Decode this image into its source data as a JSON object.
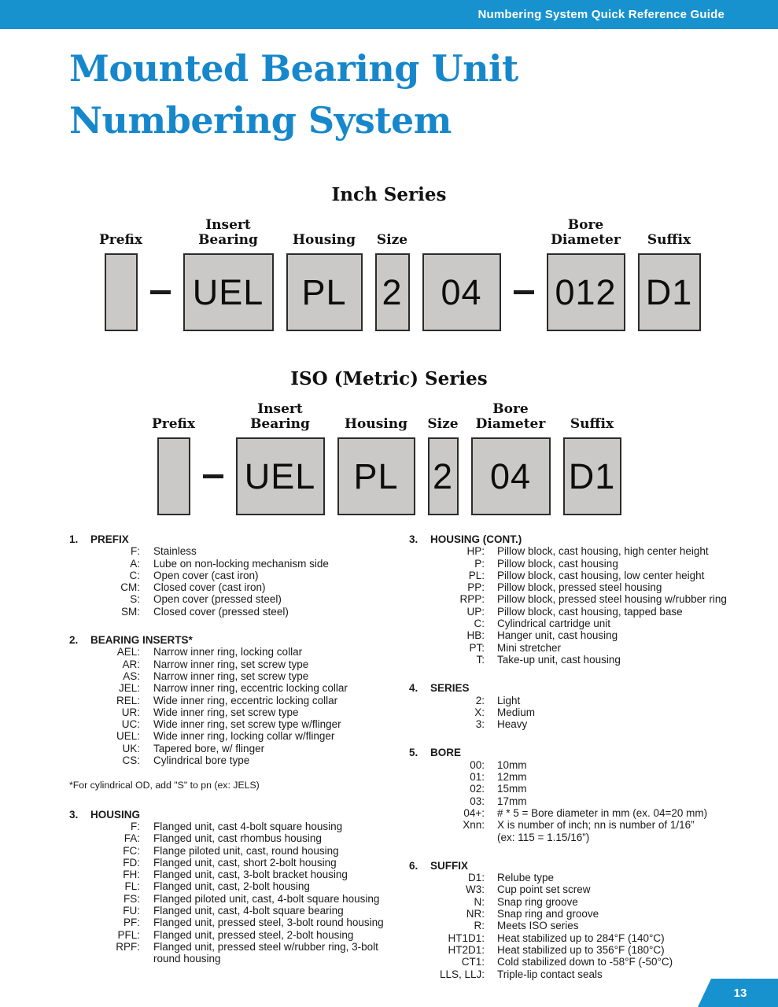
{
  "header": {
    "title": "Numbering System Quick Reference Guide"
  },
  "title": {
    "line1": "Mounted Bearing Unit",
    "line2": "Numbering System"
  },
  "colors": {
    "header_blue": "#1792CF",
    "title_blue": "#1787CB",
    "box_gray": "#CBC9C8",
    "box_border": "#2b2b2b",
    "tab_blue": "#1792CF"
  },
  "diagrams": [
    {
      "title": "Inch Series",
      "cells": [
        {
          "type": "box",
          "label": "Prefix",
          "text": ""
        },
        {
          "type": "dash"
        },
        {
          "type": "box",
          "label": "Insert\nBearing",
          "text": "UEL"
        },
        {
          "type": "box",
          "label": "Housing",
          "text": "PL"
        },
        {
          "type": "box",
          "label": "Size",
          "text": "2"
        },
        {
          "type": "box",
          "label": "",
          "text": "04"
        },
        {
          "type": "dash"
        },
        {
          "type": "box",
          "label": "Bore\nDiameter",
          "text": "012"
        },
        {
          "type": "box",
          "label": "Suffix",
          "text": "D1"
        }
      ]
    },
    {
      "title": "ISO (Metric) Series",
      "cells": [
        {
          "type": "box",
          "label": "Prefix",
          "text": ""
        },
        {
          "type": "dash"
        },
        {
          "type": "box",
          "label": "Insert\nBearing",
          "text": "UEL"
        },
        {
          "type": "box",
          "label": "Housing",
          "text": "PL"
        },
        {
          "type": "box",
          "label": "Size",
          "text": "2"
        },
        {
          "type": "box",
          "label": "Bore\nDiameter",
          "text": "04"
        },
        {
          "type": "box",
          "label": "Suffix",
          "text": "D1"
        }
      ]
    }
  ],
  "legend": {
    "left": [
      {
        "num": "1.",
        "title": "PREFIX",
        "items": [
          {
            "code": "F:",
            "desc": "Stainless"
          },
          {
            "code": "A:",
            "desc": "Lube on non-locking mechanism side"
          },
          {
            "code": "C:",
            "desc": "Open cover (cast iron)"
          },
          {
            "code": "CM:",
            "desc": "Closed cover (cast iron)"
          },
          {
            "code": "S:",
            "desc": "Open cover (pressed steel)"
          },
          {
            "code": "SM:",
            "desc": "Closed cover (pressed steel)"
          }
        ]
      },
      {
        "num": "2.",
        "title": "BEARING INSERTS*",
        "items": [
          {
            "code": "AEL:",
            "desc": "Narrow inner ring, locking collar"
          },
          {
            "code": "AR:",
            "desc": "Narrow inner ring, set screw type"
          },
          {
            "code": "AS:",
            "desc": "Narrow inner ring, set screw type"
          },
          {
            "code": "JEL:",
            "desc": "Narrow inner ring, eccentric locking collar"
          },
          {
            "code": "REL:",
            "desc": "Wide inner ring, eccentric locking collar"
          },
          {
            "code": "UR:",
            "desc": "Wide inner ring, set screw type"
          },
          {
            "code": "UC:",
            "desc": "Wide inner ring, set screw type w/flinger"
          },
          {
            "code": "UEL:",
            "desc": "Wide inner ring, locking collar w/flinger"
          },
          {
            "code": "UK:",
            "desc": "Tapered bore,  w/ flinger"
          },
          {
            "code": "CS:",
            "desc": "Cylindrical bore type"
          }
        ],
        "footnote": "*For cylindrical OD, add \"S\" to pn (ex: JELS)"
      },
      {
        "num": "3.",
        "title": "HOUSING",
        "items": [
          {
            "code": "F:",
            "desc": "Flanged unit, cast 4-bolt square housing"
          },
          {
            "code": "FA:",
            "desc": "Flanged unit, cast rhombus housing"
          },
          {
            "code": "FC:",
            "desc": "Flange piloted unit, cast, round housing"
          },
          {
            "code": "FD:",
            "desc": "Flanged unit, cast, short 2-bolt housing"
          },
          {
            "code": "FH:",
            "desc": "Flanged unit, cast, 3-bolt bracket housing"
          },
          {
            "code": "FL:",
            "desc": "Flanged unit, cast, 2-bolt housing"
          },
          {
            "code": "FS:",
            "desc": "Flanged piloted unit, cast, 4-bolt square housing"
          },
          {
            "code": "FU:",
            "desc": "Flanged unit, cast, 4-bolt square bearing"
          },
          {
            "code": "PF:",
            "desc": "Flanged unit, pressed steel, 3-bolt round housing"
          },
          {
            "code": "PFL:",
            "desc": "Flanged unit, pressed steel, 2-bolt housing"
          },
          {
            "code": "RPF:",
            "desc": "Flanged unit, pressed steel w/rubber ring, 3-bolt\nround housing"
          }
        ]
      }
    ],
    "right": [
      {
        "num": "3.",
        "title": "HOUSING (CONT.)",
        "items": [
          {
            "code": "HP:",
            "desc": "Pillow block, cast housing, high center height"
          },
          {
            "code": "P:",
            "desc": "Pillow block, cast housing"
          },
          {
            "code": "PL:",
            "desc": "Pillow block, cast housing, low center height"
          },
          {
            "code": "PP:",
            "desc": "Pillow block, pressed steel housing"
          },
          {
            "code": "RPP:",
            "desc": "Pillow block, pressed steel housing w/rubber ring"
          },
          {
            "code": "UP:",
            "desc": "Pillow block, cast housing, tapped base"
          },
          {
            "code": "C:",
            "desc": "Cylindrical cartridge unit"
          },
          {
            "code": "HB:",
            "desc": "Hanger unit, cast housing"
          },
          {
            "code": "PT:",
            "desc": "Mini stretcher"
          },
          {
            "code": "T:",
            "desc": "Take-up unit, cast housing"
          }
        ]
      },
      {
        "num": "4.",
        "title": "SERIES",
        "items": [
          {
            "code": "2:",
            "desc": "Light"
          },
          {
            "code": "X:",
            "desc": "Medium"
          },
          {
            "code": "3:",
            "desc": "Heavy"
          }
        ]
      },
      {
        "num": "5.",
        "title": "BORE",
        "items": [
          {
            "code": "00:",
            "desc": "10mm"
          },
          {
            "code": "01:",
            "desc": "12mm"
          },
          {
            "code": "02:",
            "desc": "15mm"
          },
          {
            "code": "03:",
            "desc": "17mm"
          },
          {
            "code": "04+:",
            "desc": "# * 5 = Bore diameter in mm (ex. 04=20 mm)"
          },
          {
            "code": "Xnn:",
            "desc": "X is number of inch; nn is number of 1/16”\n(ex: 115 = 1.15/16”)"
          }
        ]
      },
      {
        "num": "6.",
        "title": "SUFFIX",
        "items": [
          {
            "code": "D1:",
            "desc": "Relube type"
          },
          {
            "code": "W3:",
            "desc": "Cup point set screw"
          },
          {
            "code": "N:",
            "desc": "Snap ring groove"
          },
          {
            "code": "NR:",
            "desc": "Snap ring and groove"
          },
          {
            "code": "R:",
            "desc": "Meets ISO series"
          },
          {
            "code": "HT1D1:",
            "desc": "Heat stabilized up to 284°F (140°C)"
          },
          {
            "code": "HT2D1:",
            "desc": "Heat stabilized up to 356°F (180°C)"
          },
          {
            "code": "CT1:",
            "desc": "Cold stabilized down to -58°F (-50°C)"
          },
          {
            "code": "LLS, LLJ:",
            "desc": "Triple-lip contact seals"
          }
        ]
      }
    ]
  },
  "footer": {
    "page_number": "13"
  }
}
